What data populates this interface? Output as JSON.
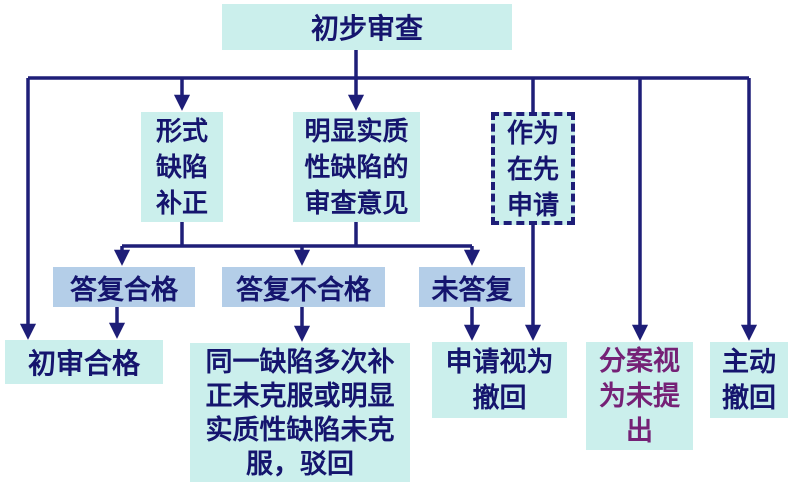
{
  "colors": {
    "background": "#ffffff",
    "box_cyan": "#cbefec",
    "box_blue": "#b4cee8",
    "line": "#1e1e78",
    "text_navy": "#15156e",
    "text_purple": "#752176"
  },
  "nodes": {
    "preliminary_review": {
      "label": "初步审查"
    },
    "formality_correction": {
      "label": "形式\n缺陷\n补正"
    },
    "substantive_opinion": {
      "label": "明显实质\n性缺陷的\n审查意见"
    },
    "prior_application": {
      "label": "作为\n在先\n申请"
    },
    "reply_qualified": {
      "label": "答复合格"
    },
    "reply_unqualified": {
      "label": "答复不合格"
    },
    "no_reply": {
      "label": "未答复"
    },
    "pass": {
      "label": "初审合格"
    },
    "rejected": {
      "label": "同一缺陷多次补\n正未克服或明显\n实质性缺陷未克\n服，驳回"
    },
    "deemed_withdrawn": {
      "label": "申请视为\n撤回"
    },
    "divisional_not_filed": {
      "label": "分案视\n为未提\n出"
    },
    "voluntary_withdrawal": {
      "label": "主动\n撤回"
    }
  },
  "edges": [
    {
      "from": "preliminary_review",
      "to": "formality_correction"
    },
    {
      "from": "preliminary_review",
      "to": "substantive_opinion"
    },
    {
      "from": "preliminary_review",
      "to": "prior_application"
    },
    {
      "from": "preliminary_review",
      "to": "pass"
    },
    {
      "from": "preliminary_review",
      "to": "divisional_not_filed"
    },
    {
      "from": "preliminary_review",
      "to": "voluntary_withdrawal"
    },
    {
      "from": "formality_correction",
      "to": "reply_qualified"
    },
    {
      "from": "formality_correction",
      "to": "reply_unqualified"
    },
    {
      "from": "substantive_opinion",
      "to": "no_reply"
    },
    {
      "from": "reply_qualified",
      "to": "pass"
    },
    {
      "from": "reply_unqualified",
      "to": "rejected"
    },
    {
      "from": "no_reply",
      "to": "deemed_withdrawn"
    },
    {
      "from": "prior_application",
      "to": "deemed_withdrawn"
    }
  ]
}
